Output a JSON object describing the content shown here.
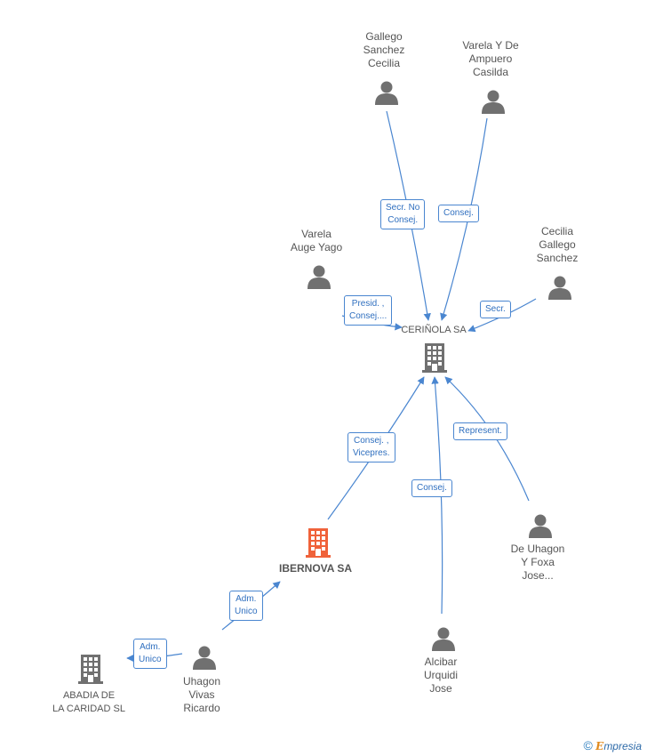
{
  "colors": {
    "edge": "#4a86d0",
    "person": "#707070",
    "company": "#707070",
    "company_highlight": "#f0623a",
    "label_text": "#555555"
  },
  "nodes": {
    "gallego_sanchez": {
      "lines": [
        "Gallego",
        "Sanchez",
        "Cecilia"
      ],
      "icon": "person-icon"
    },
    "varela_ampuero": {
      "lines": [
        "Varela Y De",
        "Ampuero",
        "Casilda"
      ],
      "icon": "person-icon"
    },
    "varela_auge": {
      "lines": [
        "Varela",
        "Auge Yago"
      ],
      "icon": "person-icon"
    },
    "cecilia_gallego": {
      "lines": [
        "Cecilia",
        "Gallego",
        "Sanchez"
      ],
      "icon": "person-icon"
    },
    "cerinola": {
      "lines": [
        "CERIÑOLA SA"
      ],
      "icon": "building-icon"
    },
    "ibernova": {
      "lines": [
        "IBERNOVA SA"
      ],
      "icon": "building-icon"
    },
    "de_uhagon": {
      "lines": [
        "De Uhagon",
        "Y Foxa",
        "Jose..."
      ],
      "icon": "person-icon"
    },
    "alcibar": {
      "lines": [
        "Alcibar",
        "Urquidi",
        "Jose"
      ],
      "icon": "person-icon"
    },
    "uhagon_vivas": {
      "lines": [
        "Uhagon",
        "Vivas",
        "Ricardo"
      ],
      "icon": "person-icon"
    },
    "abadia": {
      "lines": [
        "ABADIA DE",
        "LA CARIDAD SL"
      ],
      "icon": "building-icon"
    }
  },
  "edges": {
    "gallego_cerinola": {
      "lines": [
        "Secr.  No",
        "Consej."
      ]
    },
    "ampuero_cerinola": {
      "lines": [
        "Consej."
      ]
    },
    "auge_cerinola": {
      "lines": [
        "Presid. ,",
        "Consej...."
      ]
    },
    "cecilia_cerinola": {
      "lines": [
        "Secr."
      ]
    },
    "ibernova_cerinola": {
      "lines": [
        "Consej. ,",
        "Vicepres."
      ]
    },
    "alcibar_cerinola": {
      "lines": [
        "Consej."
      ]
    },
    "deuhagon_cerinola": {
      "lines": [
        "Represent."
      ]
    },
    "uhagon_ibernova": {
      "lines": [
        "Adm.",
        "Unico"
      ]
    },
    "uhagon_abadia": {
      "lines": [
        "Adm.",
        "Unico"
      ]
    }
  },
  "brand": {
    "symbol": "©",
    "first": "E",
    "rest": "mpresia"
  }
}
